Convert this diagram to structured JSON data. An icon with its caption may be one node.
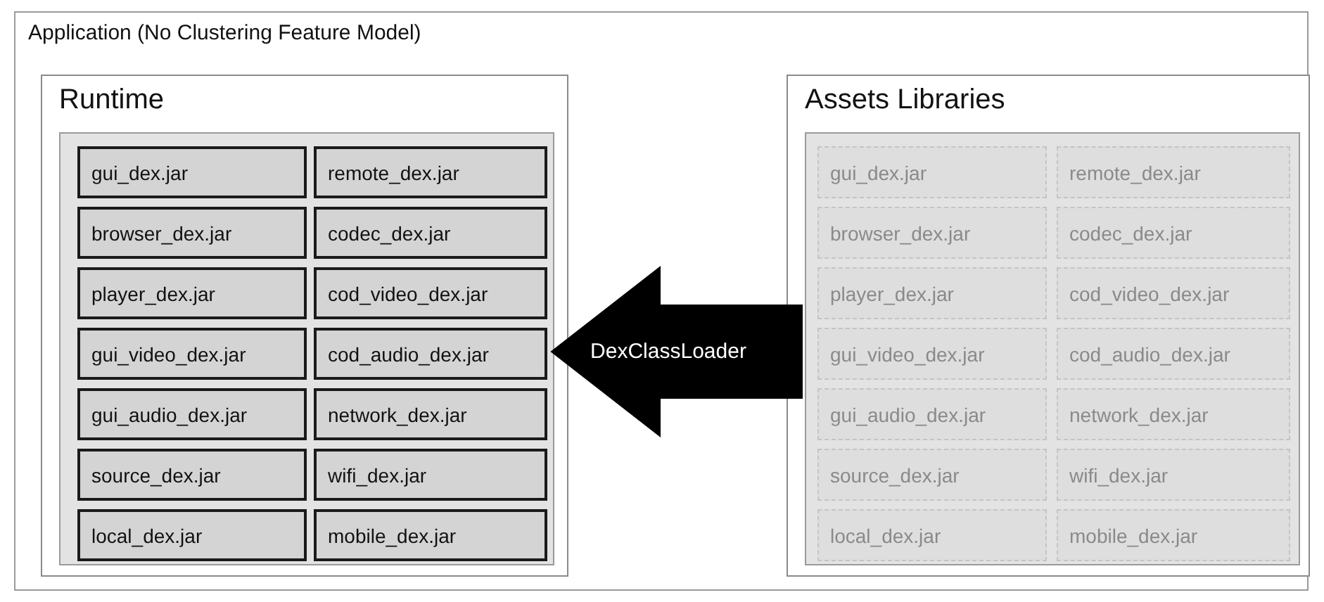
{
  "diagram": {
    "nodes": [
      {
        "text": [
          "Application (No Clustering Feature Model)"
        ]
      },
      {
        "text": [
          "Runtime"
        ],
        "in": 0
      },
      {
        "text": [],
        "shape": "box",
        "in": 1
      },
      {
        "text": [
          "gui_dex.jar"
        ],
        "in": 2
      },
      {
        "text": [
          "remote_dex.jar"
        ],
        "in": 2
      },
      {
        "text": [
          "browser_dex.jar"
        ],
        "in": 2
      },
      {
        "text": [
          "codec_dex.jar"
        ],
        "in": 2
      },
      {
        "text": [
          "player_dex.jar"
        ],
        "in": 2
      },
      {
        "text": [
          "cod_video_dex.jar"
        ],
        "in": 2
      },
      {
        "text": [
          "gui_video_dex.jar"
        ],
        "in": 2
      },
      {
        "text": [
          "cod_audio_dex.jar"
        ],
        "in": 2
      },
      {
        "text": [
          "gui_audio_dex.jar"
        ],
        "in": 2
      },
      {
        "text": [
          "network_dex.jar"
        ],
        "in": 2
      },
      {
        "text": [
          "source_dex.jar"
        ],
        "in": 2
      },
      {
        "text": [
          "wifi_dex.jar"
        ],
        "in": 2
      },
      {
        "text": [
          "local_dex.jar"
        ],
        "in": 2
      },
      {
        "text": [
          "mobile_dex.jar"
        ],
        "in": 2
      },
      {
        "text": [
          "Assets Libraries"
        ],
        "in": 0
      },
      {
        "text": [],
        "shape": "box",
        "in": 17
      },
      {
        "text": [
          "gui_dex.jar"
        ],
        "in": 18
      },
      {
        "text": [
          "remote_dex.jar"
        ],
        "in": 18
      },
      {
        "text": [
          "browser_dex.jar"
        ],
        "in": 18
      },
      {
        "text": [
          "codec_dex.jar"
        ],
        "in": 18
      },
      {
        "text": [
          "player_dex.jar"
        ],
        "in": 18
      },
      {
        "text": [
          "cod_video_dex.jar"
        ],
        "in": 18
      },
      {
        "text": [
          "gui_video_dex.jar"
        ],
        "in": 18
      },
      {
        "text": [
          "cod_audio_dex.jar"
        ],
        "in": 18
      },
      {
        "text": [
          "gui_audio_dex.jar"
        ],
        "in": 18
      },
      {
        "text": [
          "network_dex.jar"
        ],
        "in": 18
      },
      {
        "text": [
          "source_dex.jar"
        ],
        "in": 18
      },
      {
        "text": [
          "wifi_dex.jar"
        ],
        "in": 18
      },
      {
        "text": [
          "local_dex.jar"
        ],
        "in": 18
      },
      {
        "text": [
          "mobile_dex.jar"
        ],
        "in": 18
      }
    ],
    "edges": [
      {
        "from": 18,
        "to": 2,
        "arrow": "to",
        "label": "DexClassLoader",
        "style": "thick",
        "color": "#000000"
      }
    ]
  }
}
